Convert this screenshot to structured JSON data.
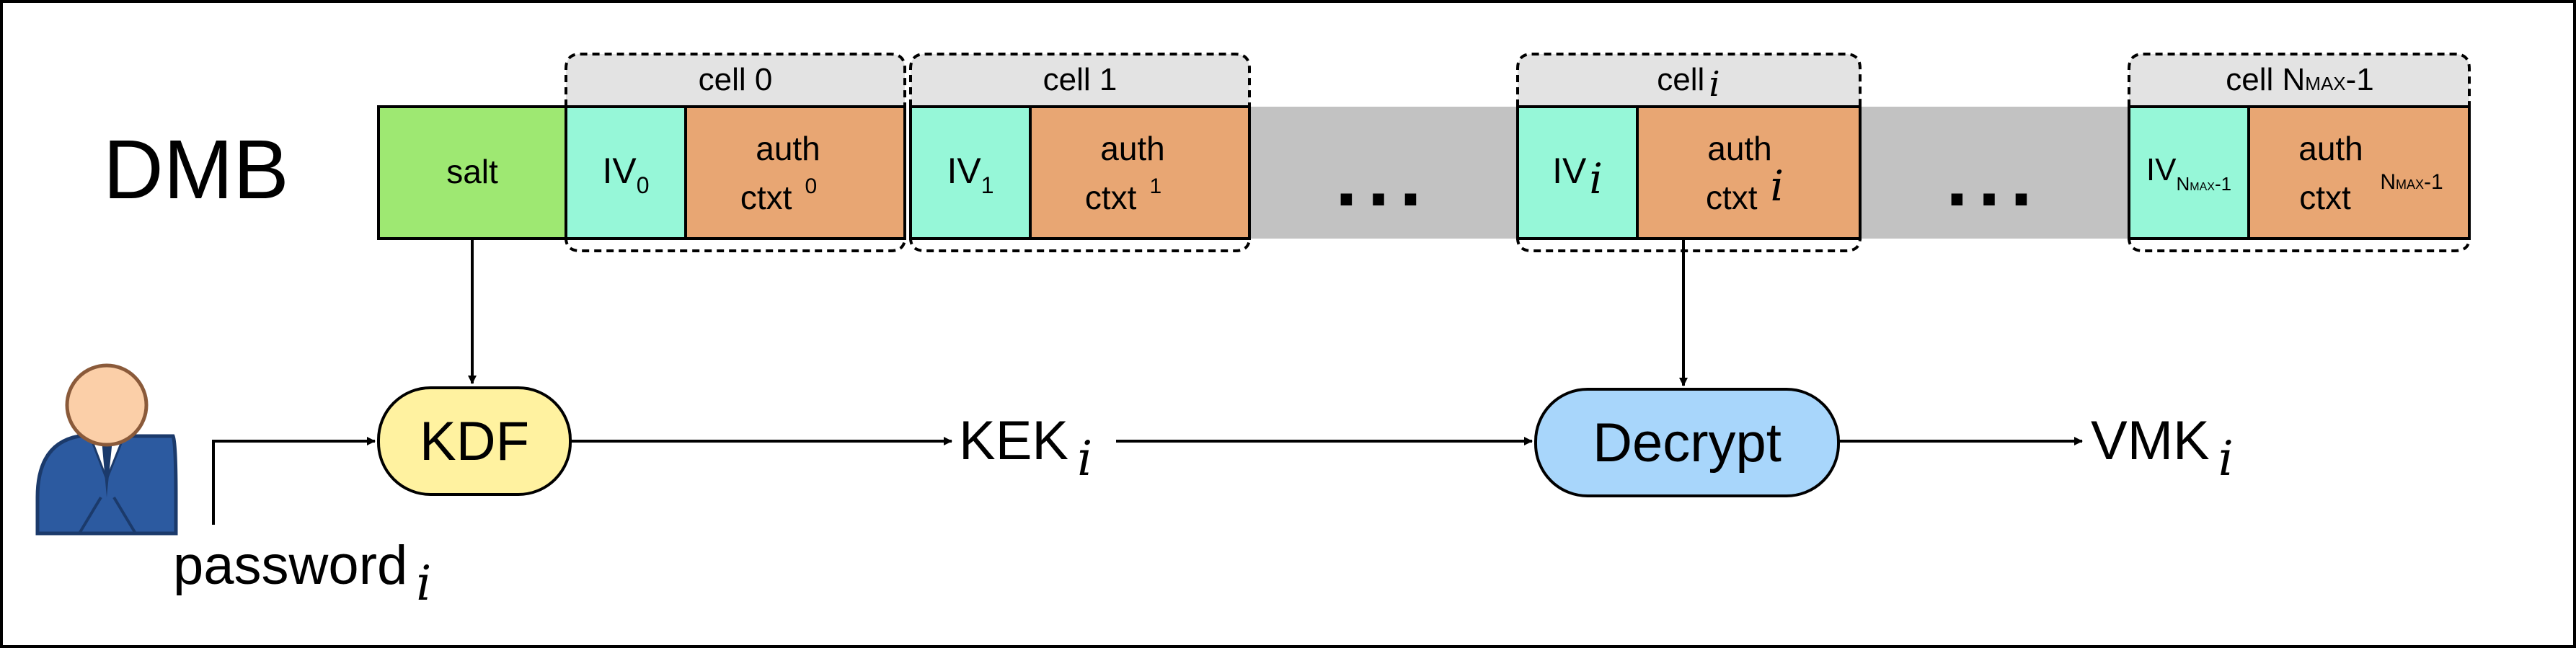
{
  "title": "DMB",
  "salt_label": "salt",
  "cells": [
    {
      "header": "cell 0",
      "iv": "IV",
      "iv_sub": "0",
      "ctxt_line1": "auth",
      "ctxt_line2": "ctxt",
      "ctxt_sup": "0"
    },
    {
      "header": "cell 1",
      "iv": "IV",
      "iv_sub": "1",
      "ctxt_line1": "auth",
      "ctxt_line2": "ctxt",
      "ctxt_sup": "1"
    },
    {
      "header": "cell",
      "header_sub": "i",
      "iv": "IV",
      "iv_sub": "i",
      "ctxt_line1": "auth",
      "ctxt_line2": "ctxt",
      "ctxt_sup": "i"
    },
    {
      "header": "cell N",
      "header_sub": "MAX",
      "header_suffix": "-1",
      "iv": "IV",
      "iv_sub": "N",
      "iv_sub_small": "MAX",
      "iv_sub_suffix": "-1",
      "ctxt_line1": "auth",
      "ctxt_line2": "ctxt",
      "ctxt_sup": "N",
      "ctxt_sup_small": "MAX",
      "ctxt_sup_suffix": "-1"
    }
  ],
  "ellipsis": "...",
  "kdf_label": "KDF",
  "kek_label": "KEK",
  "kek_sub": "i",
  "decrypt_label": "Decrypt",
  "vmk_label": "VMK",
  "vmk_sub": "i",
  "password_label": "password",
  "password_sub": "i",
  "colors": {
    "salt": "#9ee872",
    "iv": "#96f7d8",
    "ctxt": "#e8a673",
    "gap": "#c2c2c2",
    "cell_header": "#e3e3e3",
    "kdf": "#fff2a0",
    "decrypt": "#a8d6fb",
    "user_body": "#2c5aa0",
    "user_head": "#fbcfa8"
  }
}
